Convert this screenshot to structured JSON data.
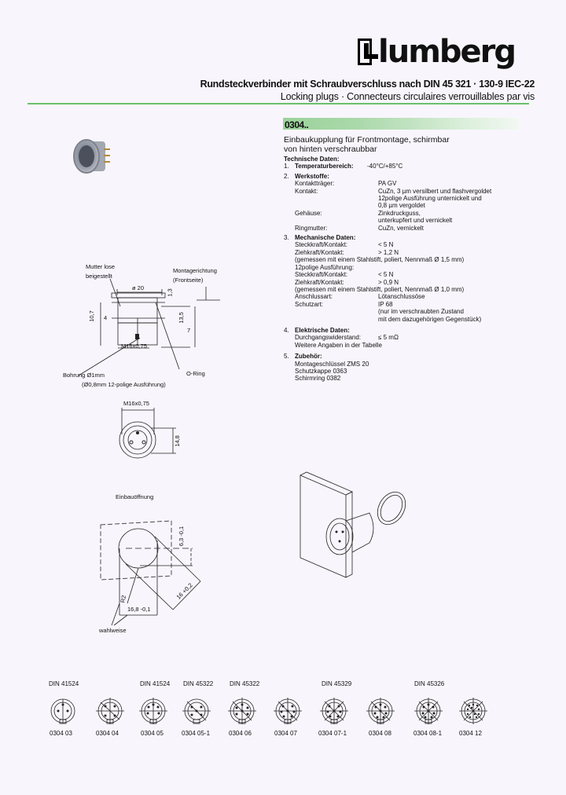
{
  "header": {
    "brand": "lumberg",
    "title_de": "Rundsteckverbinder mit Schraubverschluss nach DIN 45 321 · 130-9 IEC-22",
    "title_en_fr": "Locking plugs · Connecteurs circulaires verrouillables par vis",
    "accent_color": "#6bbf6b"
  },
  "product": {
    "code": "0304..",
    "description_line1": "Einbaukupplung für Frontmontage, schirmbar",
    "description_line2": "von hinten verschraubbar"
  },
  "specs": {
    "heading": "Technische Daten:",
    "s1": {
      "num": "1.",
      "title": "Temperaturbereich:",
      "value": "-40°C/+85°C"
    },
    "s2": {
      "num": "2.",
      "title": "Werkstoffe:",
      "rows": [
        {
          "k": "Kontaktträger:",
          "v": "PA GV"
        },
        {
          "k": "Kontakt:",
          "v": "CuZn, 3 µm versilbert und flashvergoldet"
        },
        {
          "k": "",
          "v": "12polige Ausführung unternickelt und"
        },
        {
          "k": "",
          "v": "0,8 µm vergoldet"
        },
        {
          "k": "Gehäuse:",
          "v": "Zinkdruckguss,"
        },
        {
          "k": "",
          "v": "unterkupfert und vernickelt"
        },
        {
          "k": "Ringmutter:",
          "v": "CuZn, vernickelt"
        }
      ]
    },
    "s3": {
      "num": "3.",
      "title": "Mechanische Daten:",
      "r1": {
        "k": "Steckkraft/Kontakt:",
        "v": "< 5 N"
      },
      "r2": {
        "k": "Ziehkraft/Kontakt:",
        "v": "> 1,2 N"
      },
      "n1": "(gemessen mit einem Stahlstift, poliert, Nennmaß Ø 1,5 mm)",
      "n2": "12polige Ausführung:",
      "r3": {
        "k": "Steckkraft/Kontakt:",
        "v": "< 5 N"
      },
      "r4": {
        "k": "Ziehkraft/Kontakt:",
        "v": "> 0,9 N"
      },
      "n3": "(gemessen mit einem Stahlstift, poliert, Nennmaß Ø 1,0 mm)",
      "r5": {
        "k": "Anschlussart:",
        "v": "Lötanschlussöse"
      },
      "r6": {
        "k": "Schutzart:",
        "v": "IP 68"
      },
      "r7": {
        "k": "",
        "v": "(nur im verschraubten Zustand"
      },
      "r8": {
        "k": "",
        "v": "mit dem dazugehörigen Gegenstück)"
      }
    },
    "s4": {
      "num": "4.",
      "title": "Elektrische Daten:",
      "r1": {
        "k": "Durchgangswiderstand:",
        "v": "≤ 5 mΩ"
      },
      "n1": "Weitere Angaben in der Tabelle"
    },
    "s5": {
      "num": "5.",
      "title": "Zubehör:",
      "items": [
        "Montageschlüssel ZMS 20",
        "Schutzkappe 0363",
        "Schirmring 0382"
      ]
    }
  },
  "drawing_side": {
    "nut_label_1": "Mutter lose",
    "nut_label_2": "beigestellt",
    "mount_label_1": "Montagerichtung",
    "mount_label_2": "(Frontseite)",
    "dia": "ø 20",
    "d13": "1,3",
    "d107": "10,7",
    "d4": "4",
    "d135": "13,5",
    "d7": "7",
    "thread": "M16x0,75",
    "bore": "Bohrung Ø1mm",
    "bore_note": "(Ø0,8mm 12-polige Ausführung)",
    "oring": "O-Ring"
  },
  "drawing_front": {
    "thread": "M16x0,75",
    "d": "14,8"
  },
  "drawing_cutout": {
    "title": "Einbauöffnung",
    "d63": "6,3 -0,1",
    "d16": "16 +0,2",
    "r2": "R2",
    "d168": "16,8 -0,1",
    "optional": "wahlweise"
  },
  "pin_layouts": [
    {
      "din": "DIN 41524",
      "code": "0304 03",
      "pins": 3
    },
    {
      "din": "",
      "code": "0304 04",
      "pins": 4
    },
    {
      "din": "DIN 41524",
      "code": "0304 05",
      "pins": 5
    },
    {
      "din": "DIN 45322",
      "code": "0304 05-1",
      "pins": 5
    },
    {
      "din": "DIN 45322",
      "code": "0304 06",
      "pins": 6
    },
    {
      "din": "",
      "code": "0304 07",
      "pins": 7
    },
    {
      "din": "DIN 45329",
      "code": "0304 07-1",
      "pins": 7
    },
    {
      "din": "",
      "code": "0304 08",
      "pins": 8
    },
    {
      "din": "DIN 45326",
      "code": "0304 08-1",
      "pins": 8
    },
    {
      "din": "",
      "code": "0304 12",
      "pins": 12
    }
  ]
}
